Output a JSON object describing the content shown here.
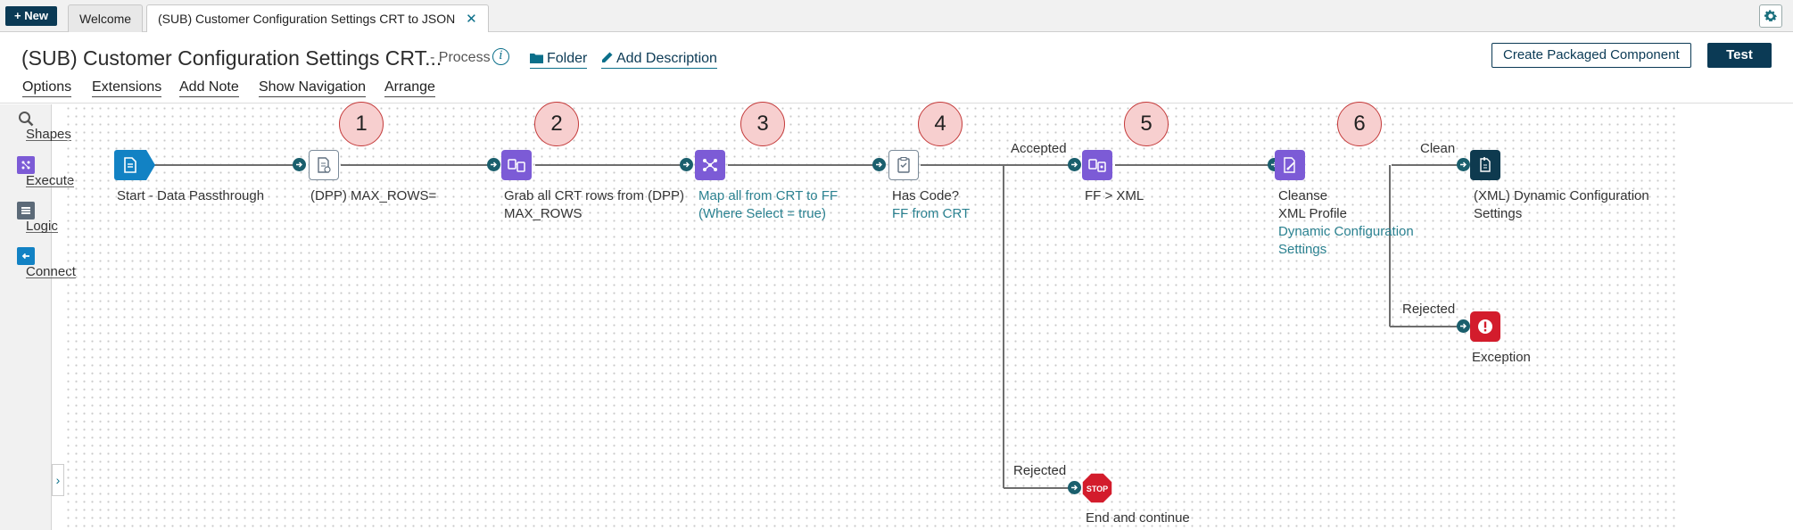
{
  "topbar": {
    "new_label": "+ New",
    "tabs": [
      {
        "label": "Welcome"
      },
      {
        "label": "(SUB) Customer Configuration Settings CRT to JSON",
        "close": "✕"
      }
    ]
  },
  "header": {
    "title": "(SUB) Customer Configuration Settings CRT...",
    "type": "- Process",
    "info": "i",
    "folder_label": "Folder",
    "add_description_label": "Add Description",
    "create_packaged_label": "Create Packaged Component",
    "test_label": "Test",
    "menu": [
      "Options",
      "Extensions",
      "Add Note",
      "Show Navigation",
      "Arrange"
    ]
  },
  "palette": {
    "items": [
      {
        "label": "Shapes",
        "icon": "search-icon"
      },
      {
        "label": "Execute",
        "icon": "execute-icon"
      },
      {
        "label": "Logic",
        "icon": "logic-icon"
      },
      {
        "label": "Connect",
        "icon": "connect-icon"
      }
    ],
    "expand": "›"
  },
  "canvas": {
    "steps": [
      {
        "number": "1",
        "line1": "(DPP) MAX_ROWS="
      },
      {
        "number": "2",
        "line1": "Grab all CRT rows from (DPP)",
        "line2": "MAX_ROWS"
      },
      {
        "number": "3",
        "line1": "Map all from CRT to FF",
        "line2": "(Where Select = true)"
      },
      {
        "number": "4",
        "line1": "Has Code?",
        "line2": "FF from CRT"
      },
      {
        "number": "5",
        "line1": "FF > XML"
      },
      {
        "number": "6",
        "line1": "Cleanse",
        "line2": "XML Profile",
        "line3": "Dynamic Configuration",
        "line4": "Settings"
      }
    ],
    "start_label": "Start - Data Passthrough",
    "end_xml_line1": "(XML) Dynamic Configuration",
    "end_xml_line2": "Settings",
    "exception_label": "Exception",
    "stop_label": "End and continue",
    "stop_text": "STOP",
    "paths": {
      "accepted": "Accepted",
      "rejected": "Rejected",
      "clean": "Clean",
      "rejected2": "Rejected"
    }
  },
  "colors": {
    "navy": "#0b3a55",
    "teal": "#1a5f6d",
    "purple": "#7c5bd6",
    "blue": "#1282c4",
    "red": "#d31c2c"
  }
}
